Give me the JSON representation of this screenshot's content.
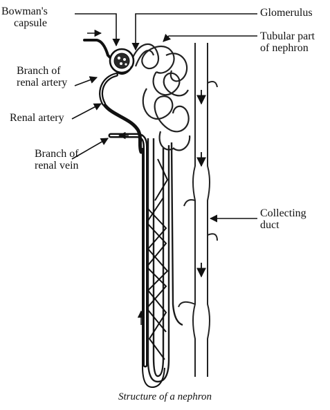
{
  "labels": {
    "bowmans_capsule": [
      "Bowman's",
      "capsule"
    ],
    "branch_renal_artery": [
      "Branch of",
      "renal artery"
    ],
    "renal_artery": "Renal artery",
    "branch_renal_vein": [
      "Branch of",
      "renal vein"
    ],
    "glomerulus": "Glomerulus",
    "tubular_part": [
      "Tubular part",
      "of nephron"
    ],
    "collecting_duct": [
      "Collecting",
      "duct"
    ]
  },
  "caption": "Structure of a nephron"
}
